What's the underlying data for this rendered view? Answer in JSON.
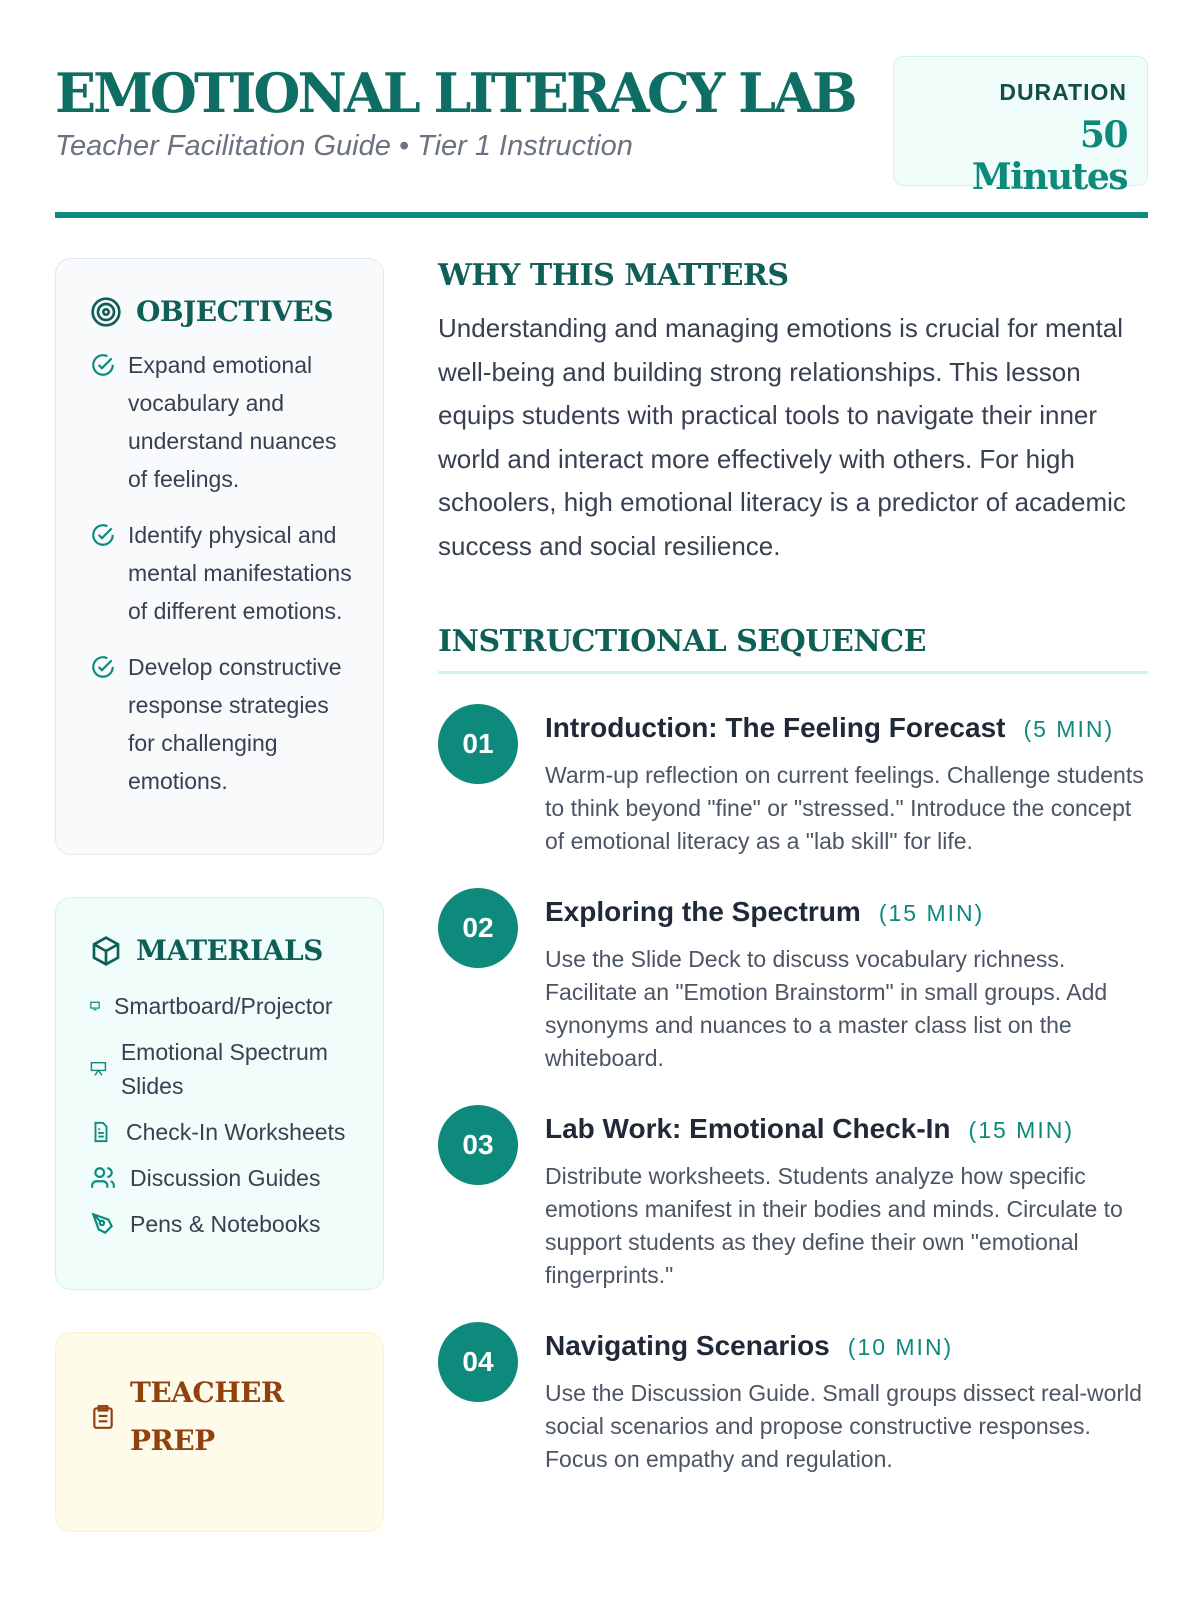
{
  "header": {
    "title": "EMOTIONAL LITERACY LAB",
    "subtitle": "Teacher Facilitation Guide • Tier 1 Instruction",
    "duration_label": "DURATION",
    "duration_value": "50 Minutes"
  },
  "objectives": {
    "title": "OBJECTIVES",
    "items": [
      "Expand emotional vocabulary and understand nuances of feelings.",
      "Identify physical and mental manifestations of different emotions.",
      "Develop constructive response strategies for challenging emotions."
    ]
  },
  "materials": {
    "title": "MATERIALS",
    "items": [
      {
        "icon": "monitor-icon",
        "label": "Smartboard/Projector"
      },
      {
        "icon": "presentation-icon",
        "label": "Emotional Spectrum Slides"
      },
      {
        "icon": "document-icon",
        "label": "Check-In Worksheets"
      },
      {
        "icon": "users-icon",
        "label": "Discussion Guides"
      },
      {
        "icon": "pen-icon",
        "label": "Pens & Notebooks"
      }
    ]
  },
  "prep": {
    "title": "TEACHER PREP"
  },
  "why": {
    "title": "WHY THIS MATTERS",
    "body": "Understanding and managing emotions is crucial for mental well-being and building strong relationships. This lesson equips students with practical tools to navigate their inner world and interact more effectively with others. For high schoolers, high emotional literacy is a predictor of academic success and social resilience."
  },
  "sequence": {
    "title": "INSTRUCTIONAL SEQUENCE",
    "steps": [
      {
        "num": "01",
        "title": "Introduction: The Feeling Forecast",
        "duration": "(5 MIN)",
        "desc": "Warm-up reflection on current feelings. Challenge students to think beyond \"fine\" or \"stressed.\" Introduce the concept of emotional literacy as a \"lab skill\" for life."
      },
      {
        "num": "02",
        "title": "Exploring the Spectrum",
        "duration": "(15 MIN)",
        "desc": "Use the Slide Deck to discuss vocabulary richness. Facilitate an \"Emotion Brainstorm\" in small groups. Add synonyms and nuances to a master class list on the whiteboard."
      },
      {
        "num": "03",
        "title": "Lab Work: Emotional Check-In",
        "duration": "(15 MIN)",
        "desc": "Distribute worksheets. Students analyze how specific emotions manifest in their bodies and minds. Circulate to support students as they define their own \"emotional fingerprints.\""
      },
      {
        "num": "04",
        "title": "Navigating Scenarios",
        "duration": "(10 MIN)",
        "desc": "Use the Discussion Guide. Small groups dissect real-world social scenarios and propose constructive responses. Focus on empathy and regulation."
      }
    ]
  },
  "colors": {
    "primary": "#0d8a7c",
    "dark": "#0f5f56",
    "prep": "#92400e"
  }
}
